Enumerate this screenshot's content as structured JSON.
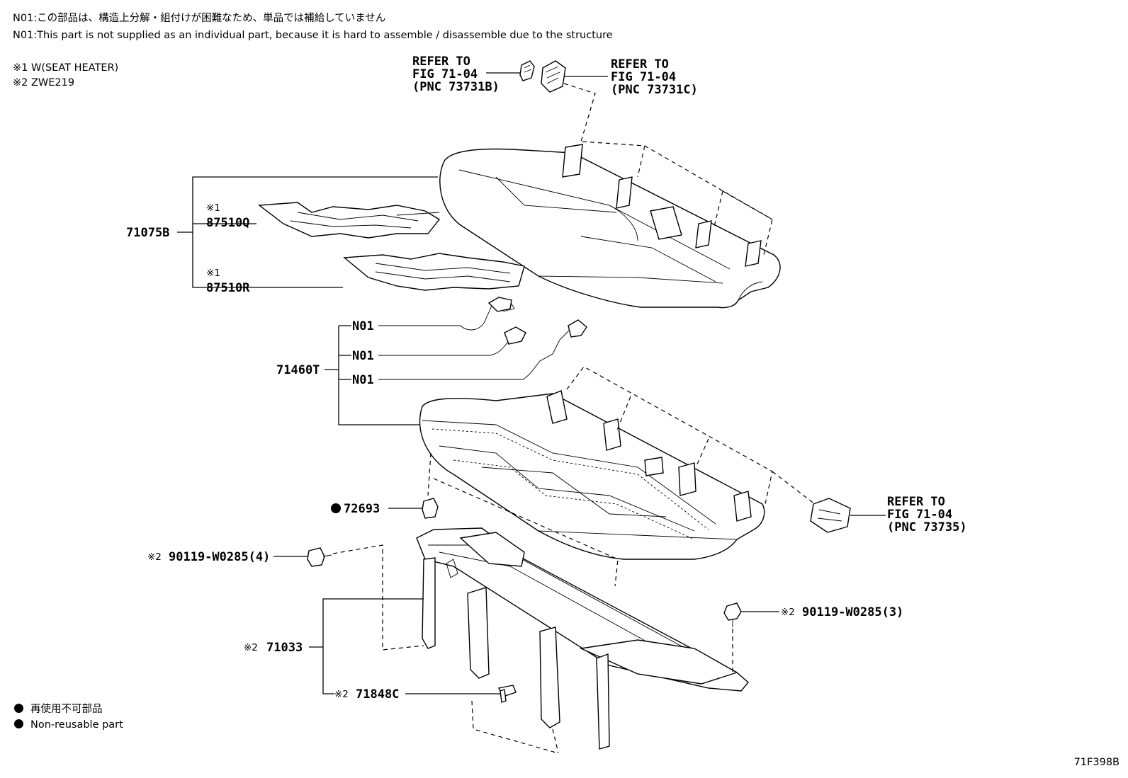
{
  "notes": {
    "n01_jp": "N01:この部品は、構造上分解・組付けが困難なため、単品では補給していません",
    "n01_en": "N01:This part is not supplied as an individual part, because it is hard to assemble / disassemble due to the structure",
    "cond1": "※1  W(SEAT HEATER)",
    "cond2": "※2  ZWE219"
  },
  "references": {
    "ref_a": [
      "REFER TO",
      "FIG 71-04",
      "(PNC 73731B)"
    ],
    "ref_b": [
      "REFER TO",
      "FIG 71-04",
      "(PNC 73731C)"
    ],
    "ref_c": [
      "REFER TO",
      "FIG 71-04",
      "(PNC 73735)"
    ]
  },
  "parts": {
    "p71075B": "71075B",
    "p87510Q": "87510Q",
    "p87510R": "87510R",
    "mark1": "※1",
    "p71460T": "71460T",
    "n01": "N01",
    "p72693": "72693",
    "bolt_left": "90119-W0285(4)",
    "bolt_right": "90119-W0285(3)",
    "p71033": "71033",
    "p71848C": "71848C",
    "mark2": "※2"
  },
  "legend": {
    "jp": "再使用不可部品",
    "en": "Non-reusable part"
  },
  "figure_id": "71F398B"
}
